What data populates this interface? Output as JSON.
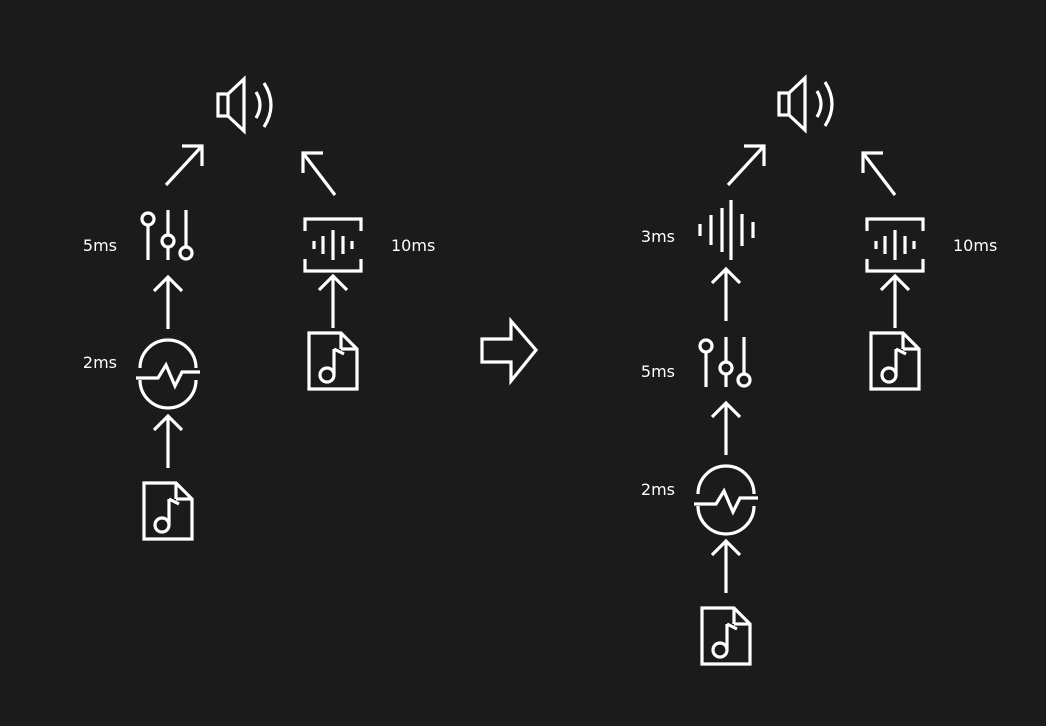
{
  "colors": {
    "background": "#1b1b1b",
    "foreground": "#ffffff"
  },
  "before": {
    "left_chain": {
      "latencies": {
        "filter": "5ms",
        "effect": "2ms"
      },
      "icons": [
        "speaker-icon",
        "sliders-filter-icon",
        "waveform-circle-effect-icon",
        "audio-file-icon"
      ]
    },
    "right_chain": {
      "latencies": {
        "decoder": "10ms"
      },
      "icons": [
        "waveform-frame-decoder-icon",
        "audio-file-icon"
      ]
    }
  },
  "transition_arrow_icon": "hollow-right-arrow-icon",
  "after": {
    "left_chain": {
      "latencies": {
        "waveform": "3ms",
        "filter": "5ms",
        "effect": "2ms"
      },
      "icons": [
        "speaker-icon",
        "waveform-bars-icon",
        "sliders-filter-icon",
        "waveform-circle-effect-icon",
        "audio-file-icon"
      ]
    },
    "right_chain": {
      "latencies": {
        "decoder": "10ms"
      },
      "icons": [
        "waveform-frame-decoder-icon",
        "audio-file-icon"
      ]
    }
  }
}
